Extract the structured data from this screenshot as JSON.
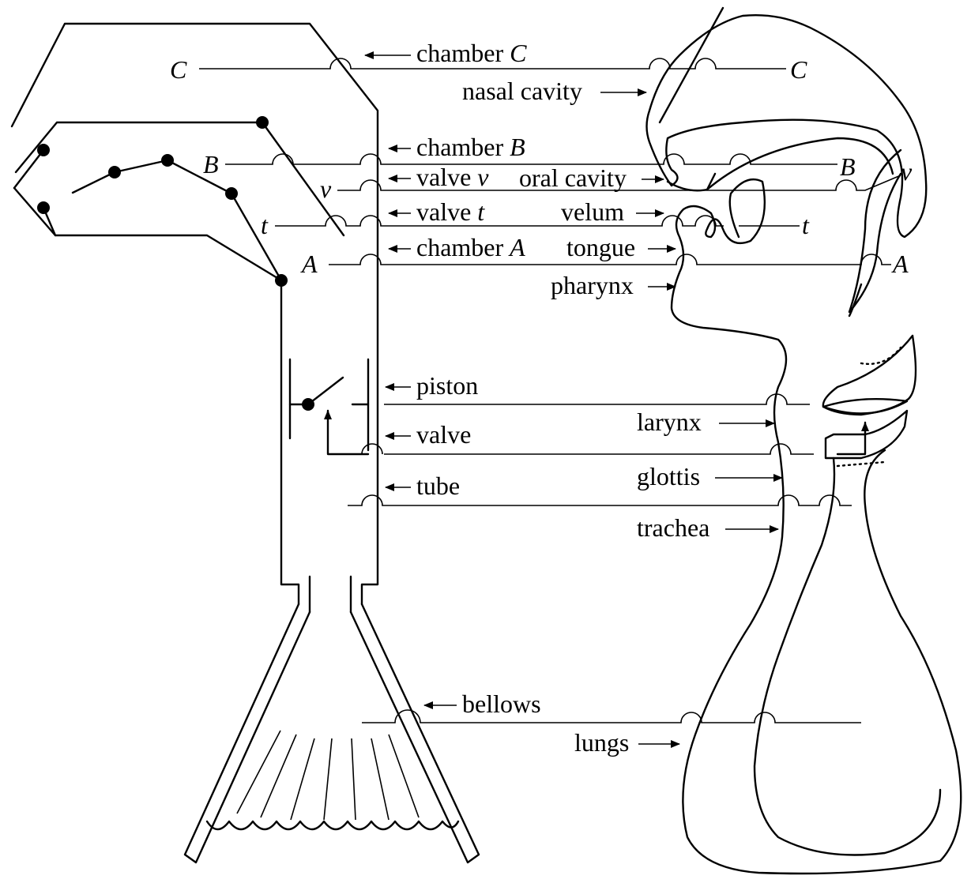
{
  "figure": {
    "letters": {
      "C": "C",
      "B": "B",
      "A": "A",
      "v": "v",
      "t": "t"
    },
    "machine_labels": {
      "chamber_c": "chamber",
      "chamber_b": "chamber",
      "valve_v": "valve",
      "valve_t": "valve",
      "chamber_a": "chamber",
      "piston": "piston",
      "valve": "valve",
      "tube": "tube",
      "bellows": "bellows"
    },
    "anatomy_labels": {
      "nasal_cavity": "nasal cavity",
      "oral_cavity": "oral cavity",
      "velum": "velum",
      "tongue": "tongue",
      "pharynx": "pharynx",
      "larynx": "larynx",
      "glottis": "glottis",
      "trachea": "trachea",
      "lungs": "lungs"
    },
    "colors": {
      "ink": "#000000",
      "paper": "#ffffff"
    }
  }
}
